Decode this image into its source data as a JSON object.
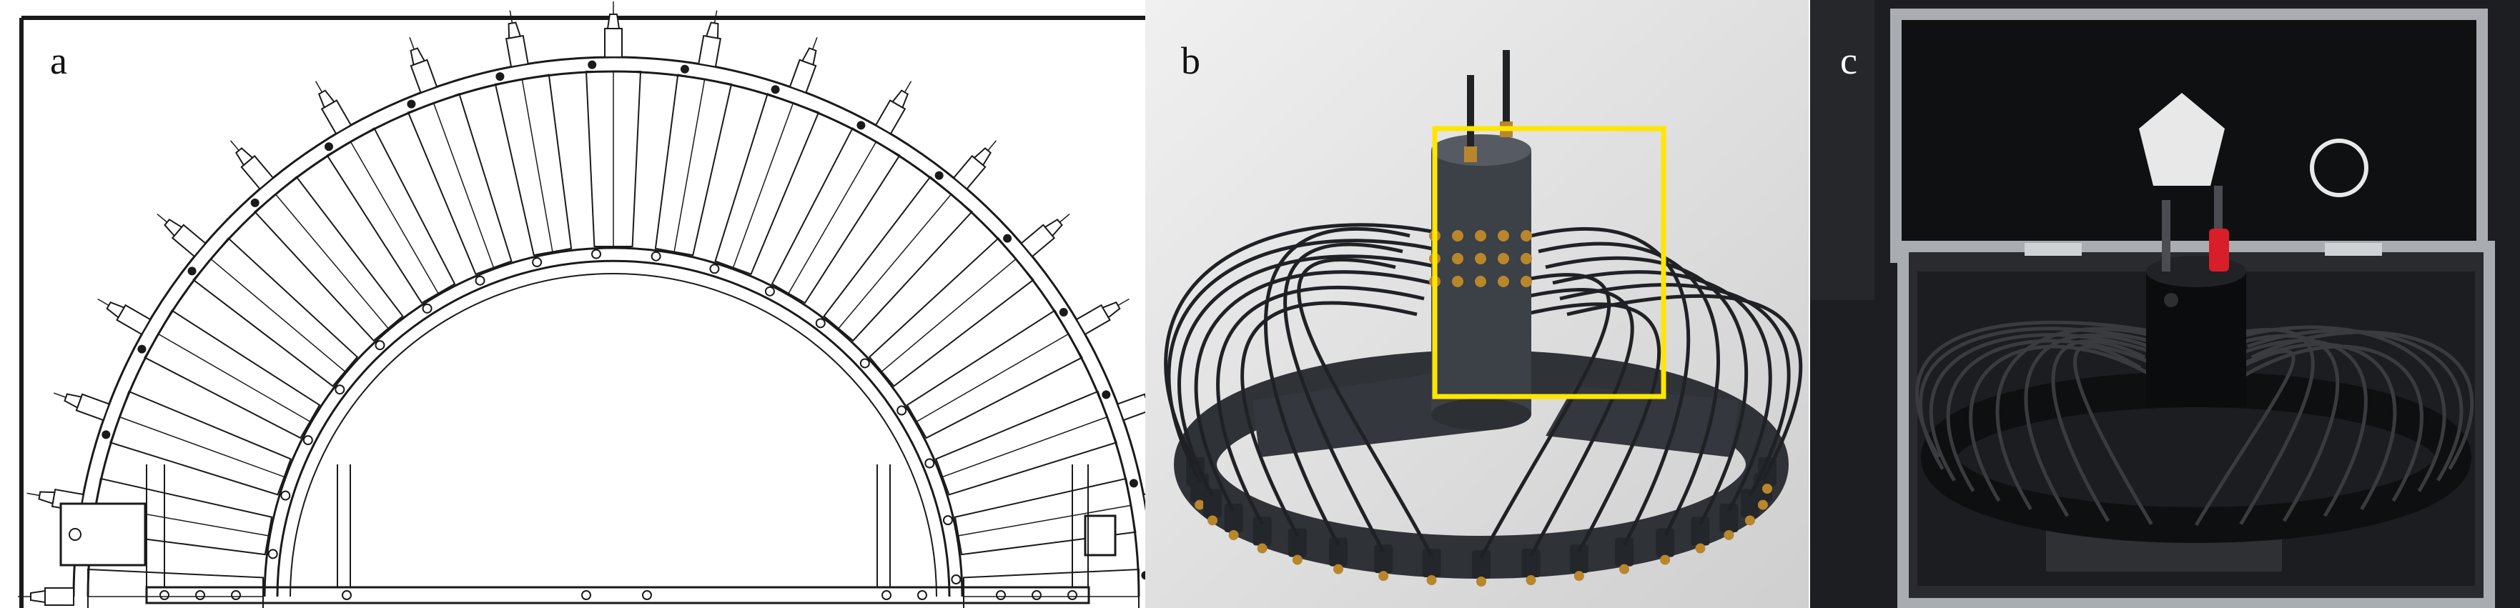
{
  "panels": {
    "a": {
      "label": "a"
    },
    "b": {
      "label": "b"
    },
    "c": {
      "label": "c"
    }
  },
  "colors": {
    "drawing_line": "#1a1a1a",
    "highlight_box": "#ffe600",
    "render_background": "#cfcfcf",
    "sensor_body": "#3c4047",
    "brass_connector": "#b8862b",
    "case_frame": "#a9adb2",
    "case_foam": "#2a2b2e",
    "red_terminal": "#d81e28"
  }
}
